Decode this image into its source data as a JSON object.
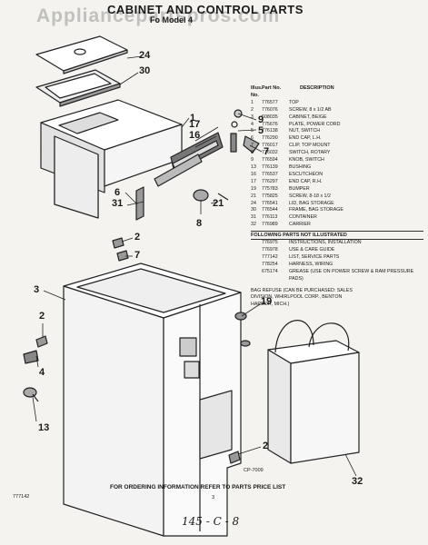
{
  "watermark": "Appliancepartspros.com",
  "title": "CABINET AND CONTROL PARTS",
  "subtitle": "Fo  Model 4",
  "callouts": [
    "24",
    "30",
    "1",
    "17",
    "16",
    "9",
    "5",
    "7",
    "6",
    "31",
    "21",
    "8",
    "2",
    "7",
    "3",
    "19",
    "2",
    "4",
    "13",
    "32",
    "2"
  ],
  "legend": {
    "header": {
      "illus": "Illus. No.",
      "part": "Part No.",
      "desc": "DESCRIPTION"
    },
    "rows": [
      {
        "no": "1",
        "part": "776577",
        "desc": "TOP"
      },
      {
        "no": "2",
        "part": "776076",
        "desc": "SCREW, 8 x 1/2 AB"
      },
      {
        "no": "3",
        "part": "608035",
        "desc": "CABINET, BEIGE"
      },
      {
        "no": "4",
        "part": "775676",
        "desc": "PLATE, POWER CORD"
      },
      {
        "no": "5",
        "part": "776138",
        "desc": "NUT, SWITCH"
      },
      {
        "no": "6",
        "part": "776290",
        "desc": "END CAP, L.H."
      },
      {
        "no": "7",
        "part": "776017",
        "desc": "CLIP, TOP MOUNT"
      },
      {
        "no": "8",
        "part": "776032",
        "desc": "SWITCH, ROTARY"
      },
      {
        "no": "9",
        "part": "776594",
        "desc": "KNOB, SWITCH"
      },
      {
        "no": "13",
        "part": "776139",
        "desc": "BUSHING"
      },
      {
        "no": "16",
        "part": "776537",
        "desc": "ESCUTCHEON"
      },
      {
        "no": "17",
        "part": "776297",
        "desc": "END CAP, R.H."
      },
      {
        "no": "19",
        "part": "775783",
        "desc": "BUMPER"
      },
      {
        "no": "21",
        "part": "775825",
        "desc": "SCREW, 8-18 x 1/2"
      },
      {
        "no": "24",
        "part": "776541",
        "desc": "LID, BAG STORAGE"
      },
      {
        "no": "30",
        "part": "776544",
        "desc": "FRAME, BAG STORAGE"
      },
      {
        "no": "31",
        "part": "776113",
        "desc": "CONTAINER"
      },
      {
        "no": "32",
        "part": "776989",
        "desc": "CARRIER"
      }
    ],
    "not_illustrated_header": "FOLLOWING PARTS NOT ILLUSTRATED",
    "not_illustrated": [
      {
        "part": "776975",
        "desc": "INSTRUCTIONS, INSTALLATION"
      },
      {
        "part": "776978",
        "desc": "USE & CARE GUIDE"
      },
      {
        "part": "777142",
        "desc": "LIST, SERVICE PARTS"
      },
      {
        "part": "778254",
        "desc": "HARNESS, WIRING"
      },
      {
        "part": "675174",
        "desc": "GREASE (USE ON POWER SCREW & RAM PRESSURE PADS)"
      }
    ],
    "note": "BAG REFUSE (CAN BE PURCHASED: SALES DIVISION, WHIRLPOOL CORP., BENTON HARBOR, MICH.)"
  },
  "cp_code": "CP-7009",
  "footer": "FOR ORDERING INFORMATION REFER TO PARTS PRICE LIST",
  "doc_number": "777142",
  "page_number": "3",
  "handwritten": "145 - C - 8"
}
